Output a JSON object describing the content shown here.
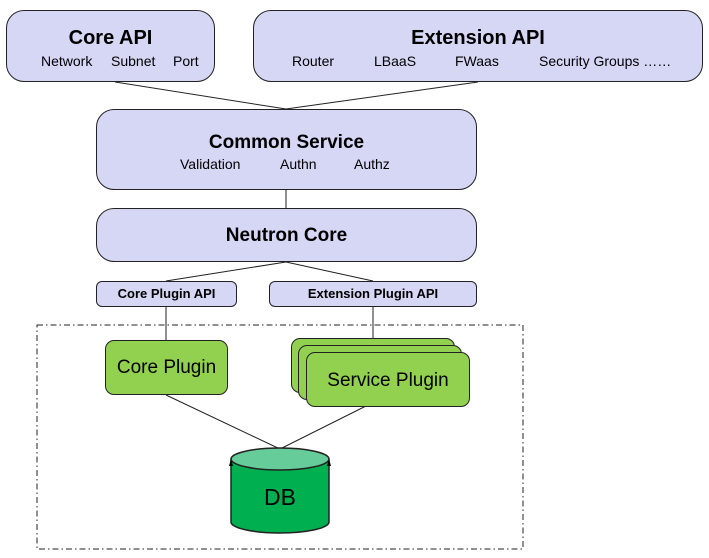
{
  "core_api": {
    "title": "Core API",
    "items": [
      "Network",
      "Subnet",
      "Port"
    ]
  },
  "extension_api": {
    "title": "Extension API",
    "items": [
      "Router",
      "LBaaS",
      "FWaas",
      "Security Groups ……"
    ]
  },
  "common_service": {
    "title": "Common Service",
    "items": [
      "Validation",
      "Authn",
      "Authz"
    ]
  },
  "neutron_core": {
    "title": "Neutron Core"
  },
  "core_plugin_api": {
    "label": "Core Plugin API"
  },
  "extension_plugin_api": {
    "label": "Extension Plugin API"
  },
  "core_plugin": {
    "label": "Core Plugin"
  },
  "service_plugin": {
    "label": "Service Plugin"
  },
  "db": {
    "label": "DB"
  },
  "colors": {
    "api_box": "#d6d6f5",
    "plugin": "#92d050",
    "db_body": "#00b050",
    "db_top": "#66cc99",
    "stroke": "#222222"
  }
}
